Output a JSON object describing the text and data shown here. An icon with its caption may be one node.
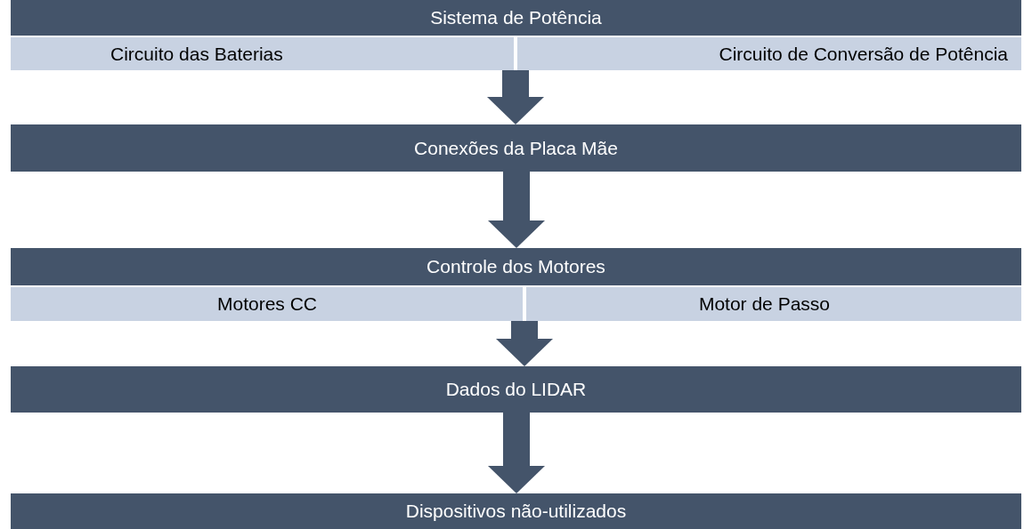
{
  "diagram": {
    "nodes": [
      {
        "text": [
          "Sistema de Potência"
        ]
      },
      {
        "text": [
          "Circuito das Baterias"
        ]
      },
      {
        "text": [
          "Circuito de Conversão de Potência"
        ]
      },
      {
        "text": [
          "Conexões da Placa Mãe"
        ]
      },
      {
        "text": [
          "Controle dos Motores"
        ]
      },
      {
        "text": [
          "Motores CC"
        ]
      },
      {
        "text": [
          "Motor de Passo"
        ]
      },
      {
        "text": [
          "Dados do LIDAR"
        ]
      },
      {
        "text": [
          "Dispositivos não-utilizados"
        ]
      }
    ],
    "edges": [
      {
        "from": 1,
        "to": 3,
        "arrow": "to"
      },
      {
        "from": 2,
        "to": 3,
        "arrow": "to"
      },
      {
        "from": 3,
        "to": 4,
        "arrow": "to"
      },
      {
        "from": 5,
        "to": 7,
        "arrow": "to"
      },
      {
        "from": 6,
        "to": 7,
        "arrow": "to"
      },
      {
        "from": 7,
        "to": 8,
        "arrow": "to"
      }
    ]
  }
}
